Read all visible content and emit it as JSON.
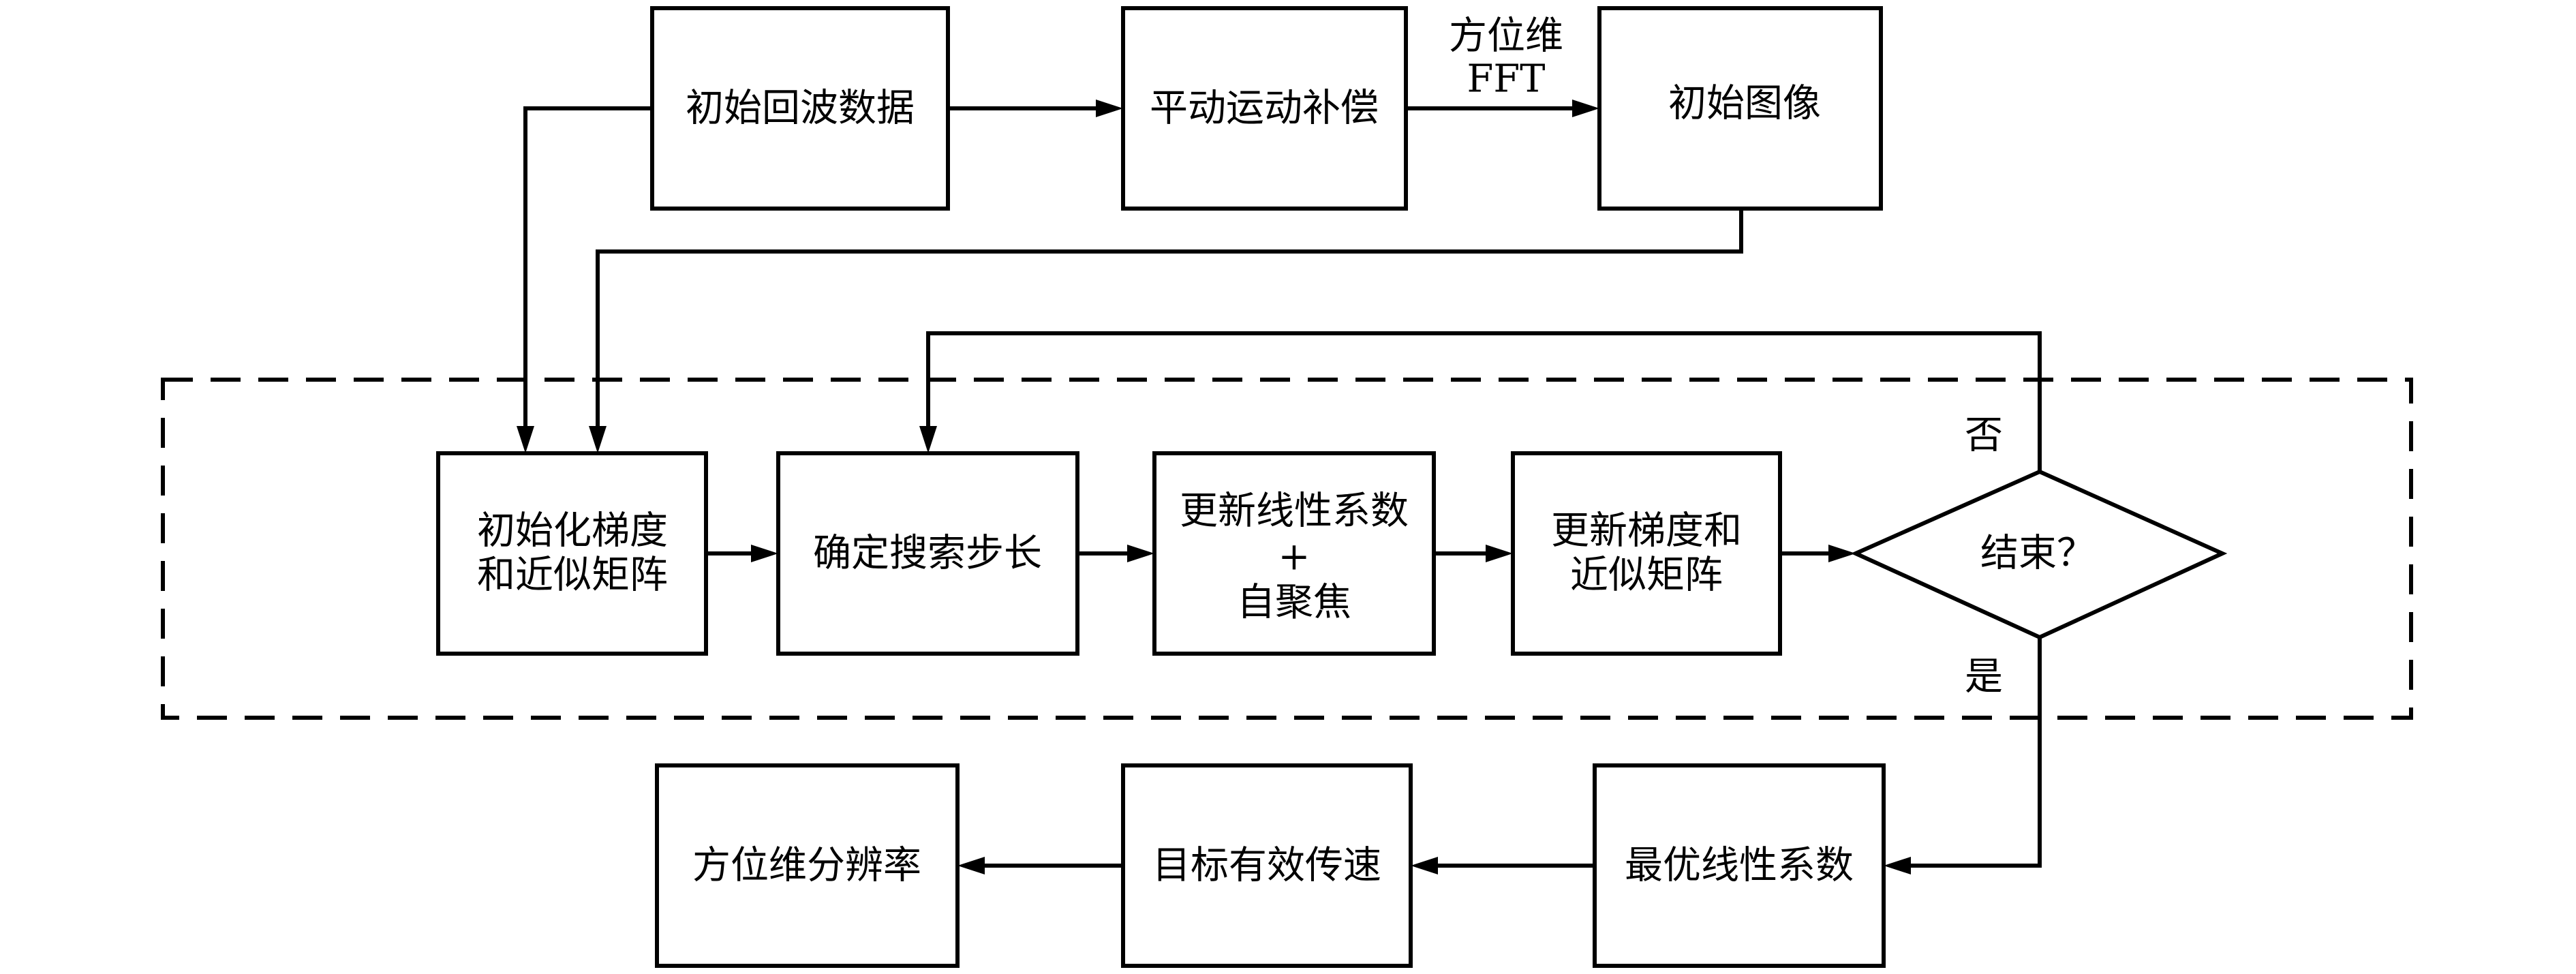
{
  "diagram": {
    "nodes": {
      "initial_echo_data": "初始回波数据",
      "translational_motion_compensation": "平动运动补偿",
      "initial_image": "初始图像",
      "init_gradient_matrix": [
        "初始化梯度",
        "和近似矩阵"
      ],
      "determine_search_step": "确定搜索步长",
      "update_linear_coefficients": [
        "更新线性系数",
        "+",
        "自聚焦"
      ],
      "update_gradient_matrix": [
        "更新梯度和",
        "近似矩阵"
      ],
      "end_decision": "结束？",
      "optimal_linear_coefficients": "最优线性系数",
      "target_effective_velocity": "目标有效传速",
      "azimuth_resolution": "方位维分辨率"
    },
    "edge_labels": {
      "azimuth_fft": [
        "方位维",
        "FFT"
      ],
      "decision_no": "否",
      "decision_yes": "是"
    }
  }
}
